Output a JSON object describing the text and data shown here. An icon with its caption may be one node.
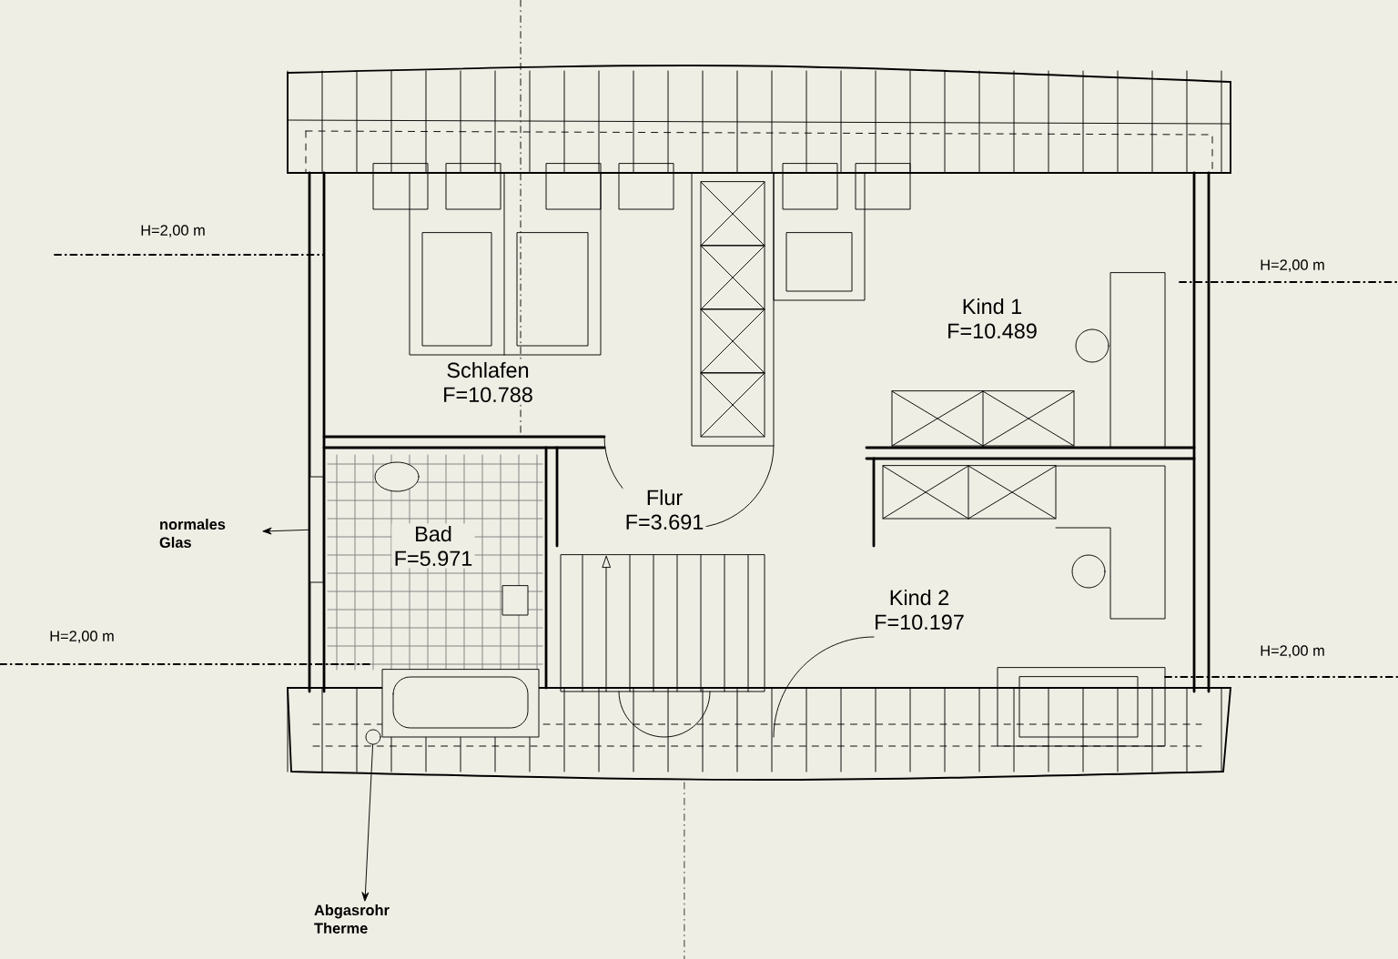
{
  "diagram": {
    "nodes": [
      {
        "text": [
          "Schlafen",
          "F=10.788"
        ]
      },
      {
        "text": [
          "Kind 1",
          "F=10.489"
        ]
      },
      {
        "text": [
          "Flur",
          "F=3.691"
        ]
      },
      {
        "text": [
          "normales Glas"
        ]
      },
      {
        "text": [],
        "shape": "box"
      },
      {
        "text": [
          "Bad",
          "F=5.971"
        ]
      },
      {
        "text": [
          "Kind 2",
          "F=10.197"
        ]
      },
      {
        "text": [],
        "shape": "circle"
      },
      {
        "text": [
          "Abgasrohr Therme"
        ]
      }
    ],
    "edges": [
      {
        "from": 4,
        "to": 3,
        "arrow": "to"
      },
      {
        "from": 7,
        "to": 8,
        "arrow": "to"
      }
    ],
    "labels": [
      "H=2,00 m",
      "H=2,00 m",
      "H=2,00 m",
      "H=2,00 m"
    ]
  }
}
